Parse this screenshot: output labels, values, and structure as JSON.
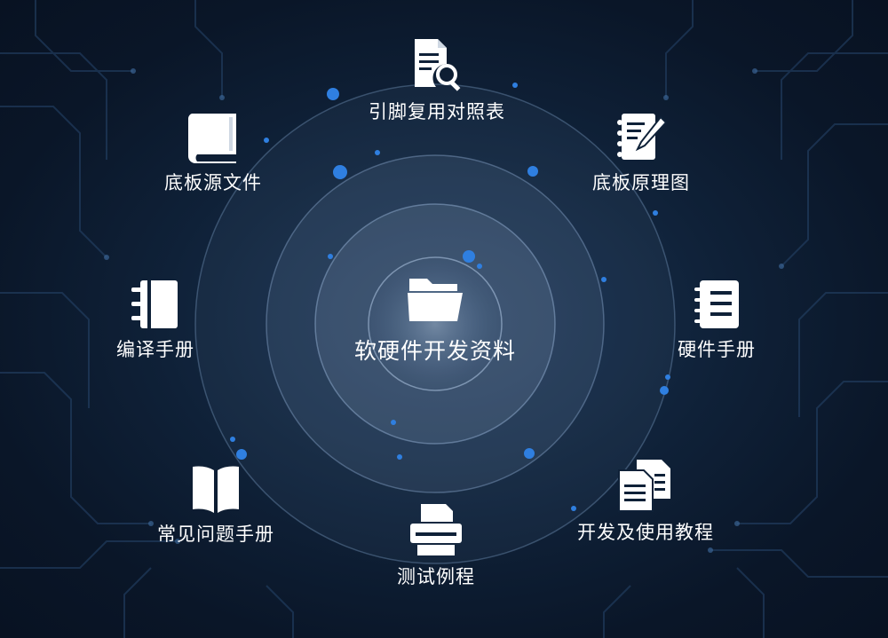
{
  "center": {
    "label": "软硬件开发资料",
    "icon": "folder-icon"
  },
  "nodes": [
    {
      "label": "引脚复用对照表",
      "icon": "document-search-icon"
    },
    {
      "label": "底板源文件",
      "icon": "book-icon"
    },
    {
      "label": "底板原理图",
      "icon": "notebook-pen-icon"
    },
    {
      "label": "编译手册",
      "icon": "binder-icon"
    },
    {
      "label": "硬件手册",
      "icon": "spiral-notebook-icon"
    },
    {
      "label": "常见问题手册",
      "icon": "open-book-icon"
    },
    {
      "label": "开发及使用教程",
      "icon": "documents-icon"
    },
    {
      "label": "测试例程",
      "icon": "printer-icon"
    }
  ],
  "colors": {
    "background": "#0f2138",
    "circuit": "#2a4a70",
    "accent_dot": "#2f7fe0",
    "text": "#ffffff"
  }
}
